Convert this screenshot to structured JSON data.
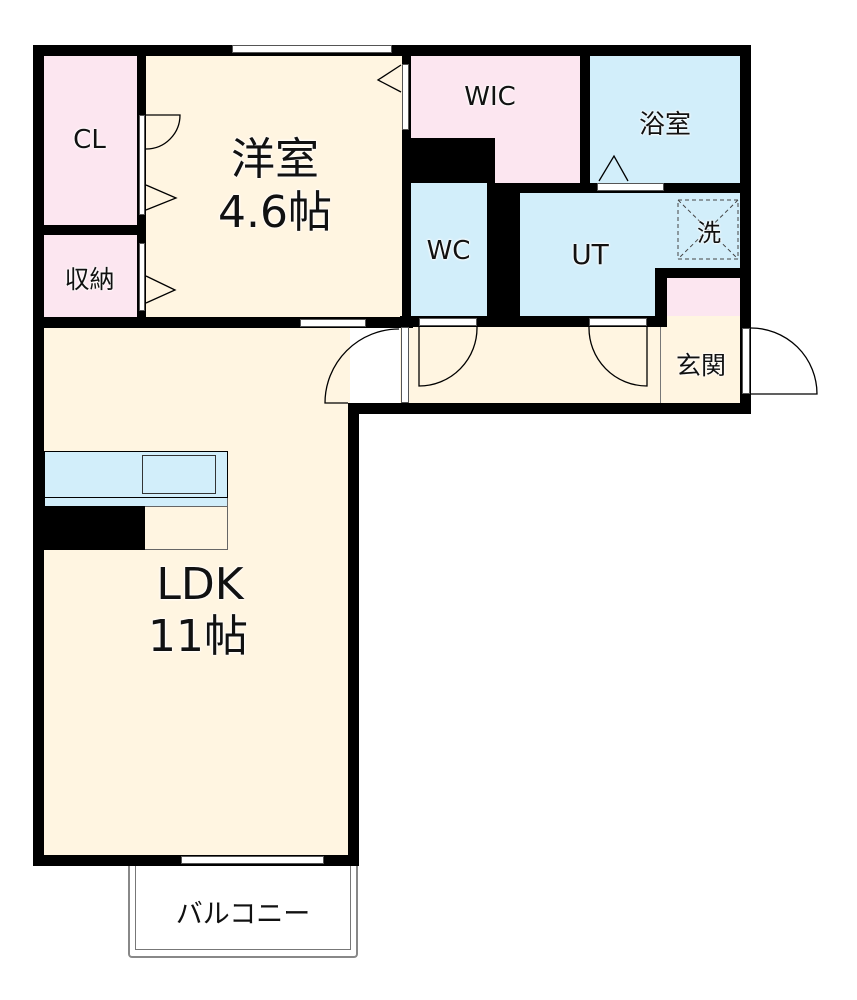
{
  "floorplan": {
    "colors": {
      "wall": "#000000",
      "living": "#FFF5E1",
      "storage": "#FCE6F0",
      "wet": "#D2EEFA",
      "balcony": "#FFFFFF"
    },
    "rooms": {
      "western_room": {
        "name": "洋室",
        "size": "4.6帖"
      },
      "ldk": {
        "name": "LDK",
        "size": "11帖"
      },
      "closet": {
        "name": "CL"
      },
      "storage": {
        "name": "収納"
      },
      "wic": {
        "name": "WIC"
      },
      "bath": {
        "name": "浴室"
      },
      "wc": {
        "name": "WC"
      },
      "utility": {
        "name": "UT"
      },
      "washer": {
        "name": "洗"
      },
      "entrance": {
        "name": "玄関"
      },
      "balcony": {
        "name": "バルコニー"
      }
    }
  }
}
